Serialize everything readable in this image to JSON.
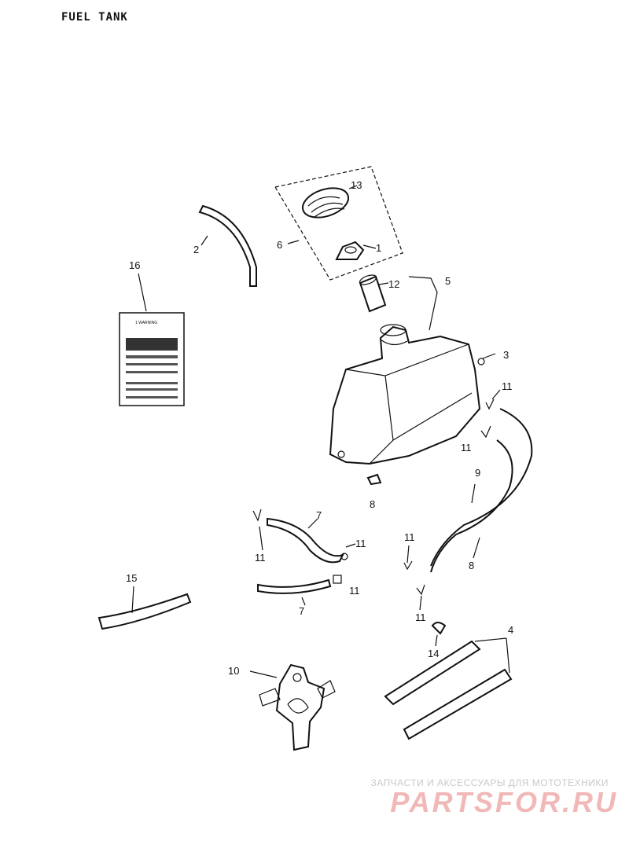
{
  "title": "FUEL TANK",
  "callouts": [
    "13",
    "1",
    "6",
    "12",
    "5",
    "3",
    "11",
    "11",
    "16",
    "8",
    "9",
    "8",
    "7",
    "11",
    "11",
    "15",
    "7",
    "11",
    "11",
    "11",
    "14",
    "4",
    "10",
    "2"
  ],
  "sticker": {
    "heading": "1 WARNING"
  },
  "watermark": {
    "tagline": "ЗАПЧАСТИ И АКСЕССУАРЫ ДЛЯ МОТОТЕХНИКИ",
    "logo": "PARTSFOR.RU"
  }
}
